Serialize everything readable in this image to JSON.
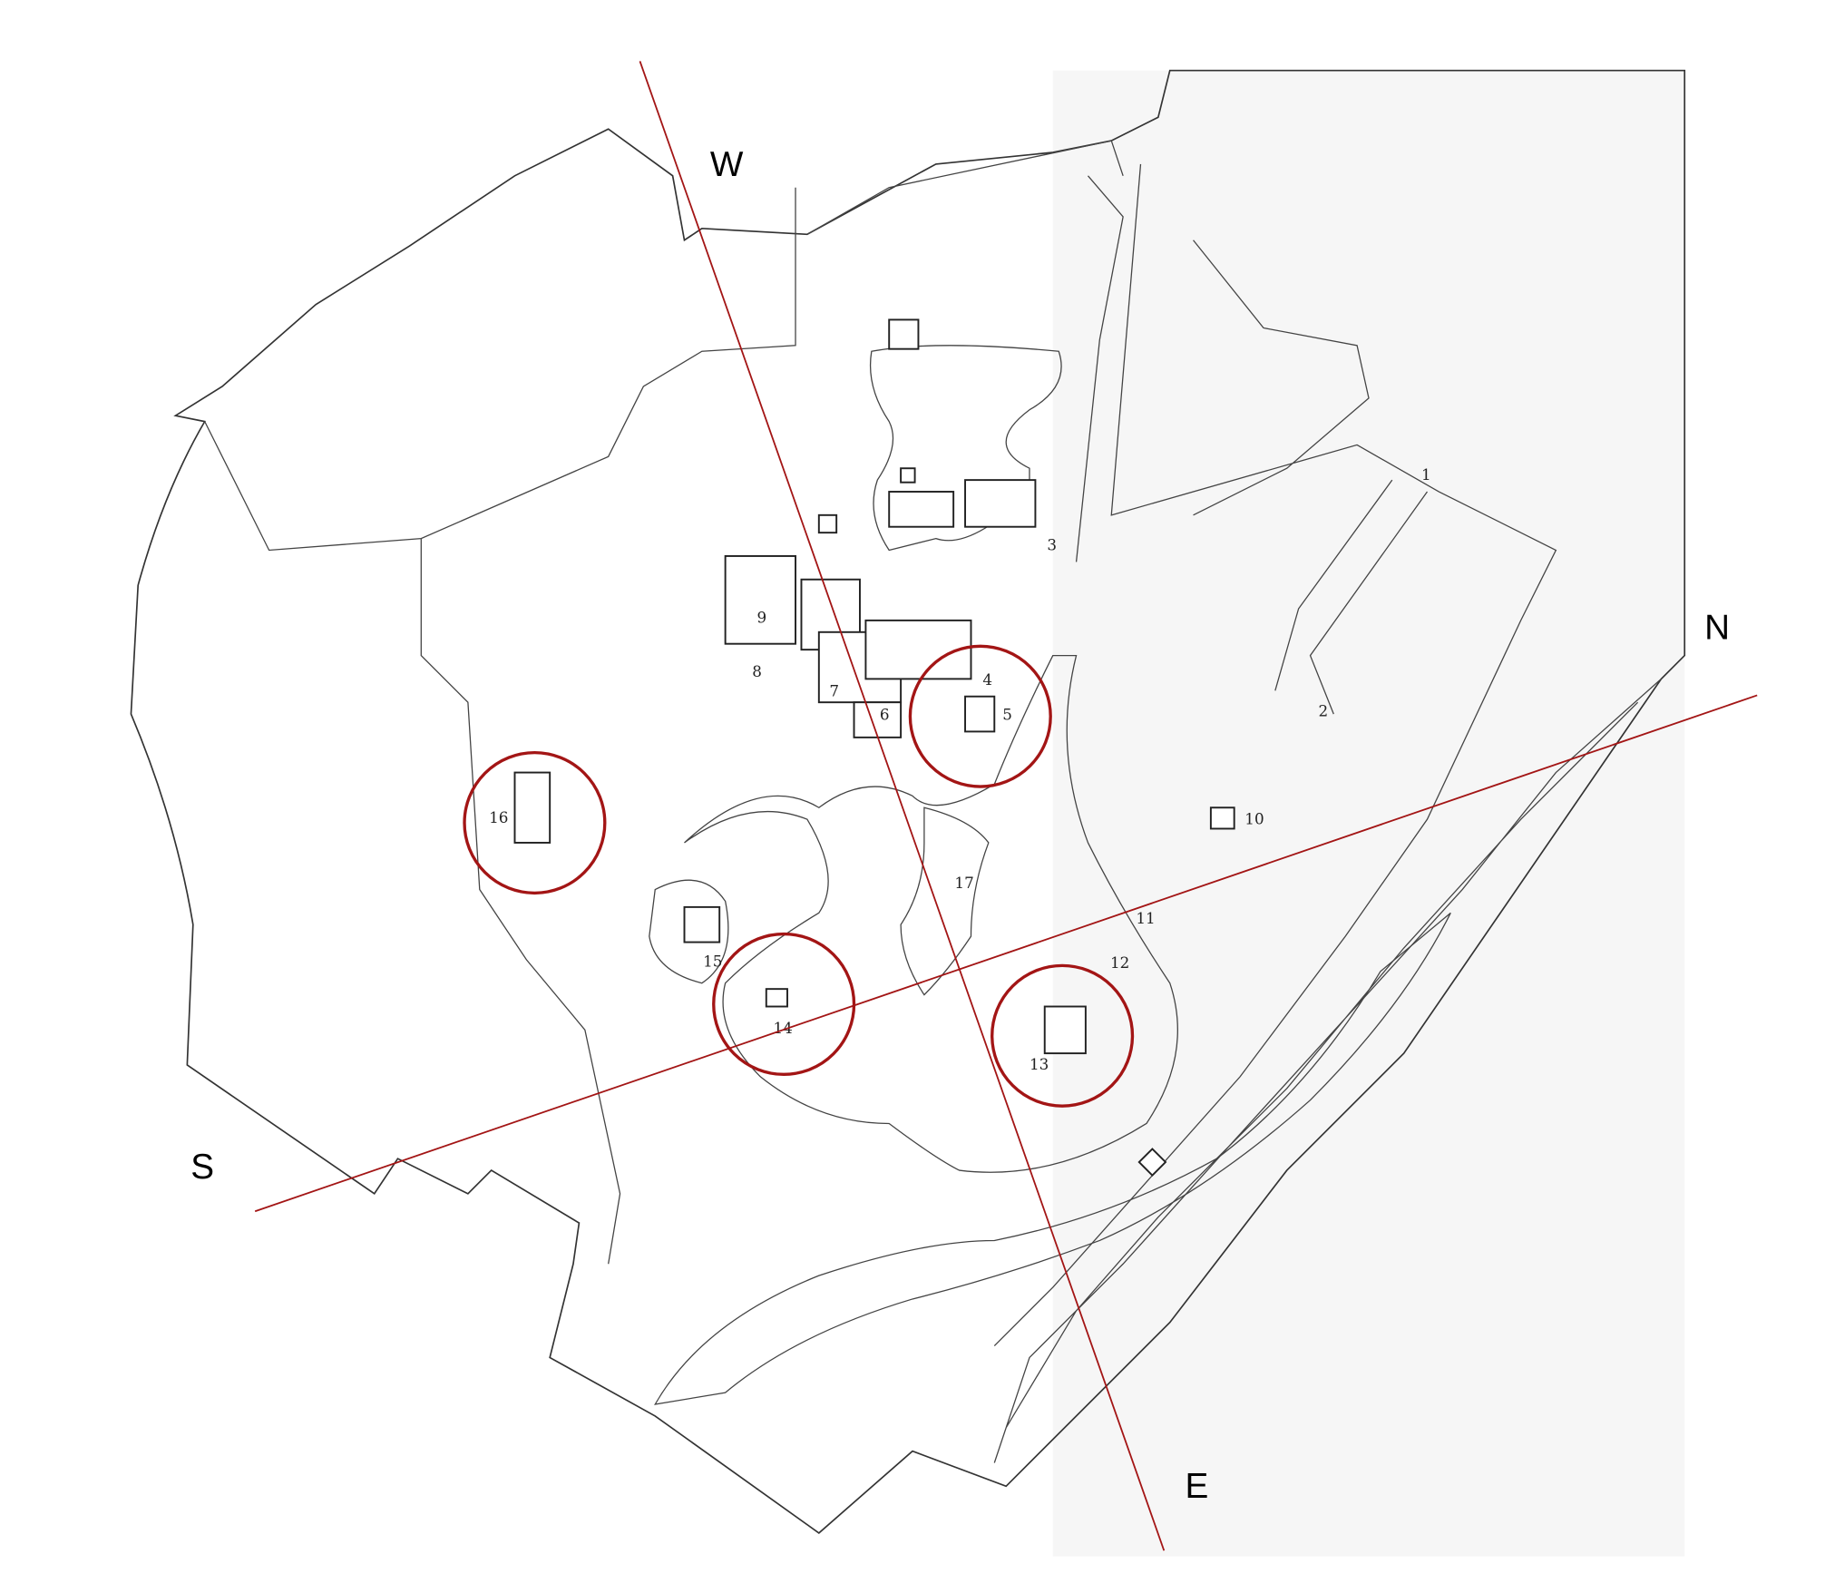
{
  "compass": {
    "west": "W",
    "north": "N",
    "south": "S",
    "east": "E"
  },
  "accent_color": "#a31515",
  "site_labels": [
    "1",
    "2",
    "3",
    "4",
    "5",
    "6",
    "7",
    "8",
    "9",
    "10",
    "11",
    "12",
    "13",
    "14",
    "15",
    "16",
    "17"
  ],
  "highlighted_sites": [
    "4-5",
    "16",
    "14",
    "13"
  ]
}
